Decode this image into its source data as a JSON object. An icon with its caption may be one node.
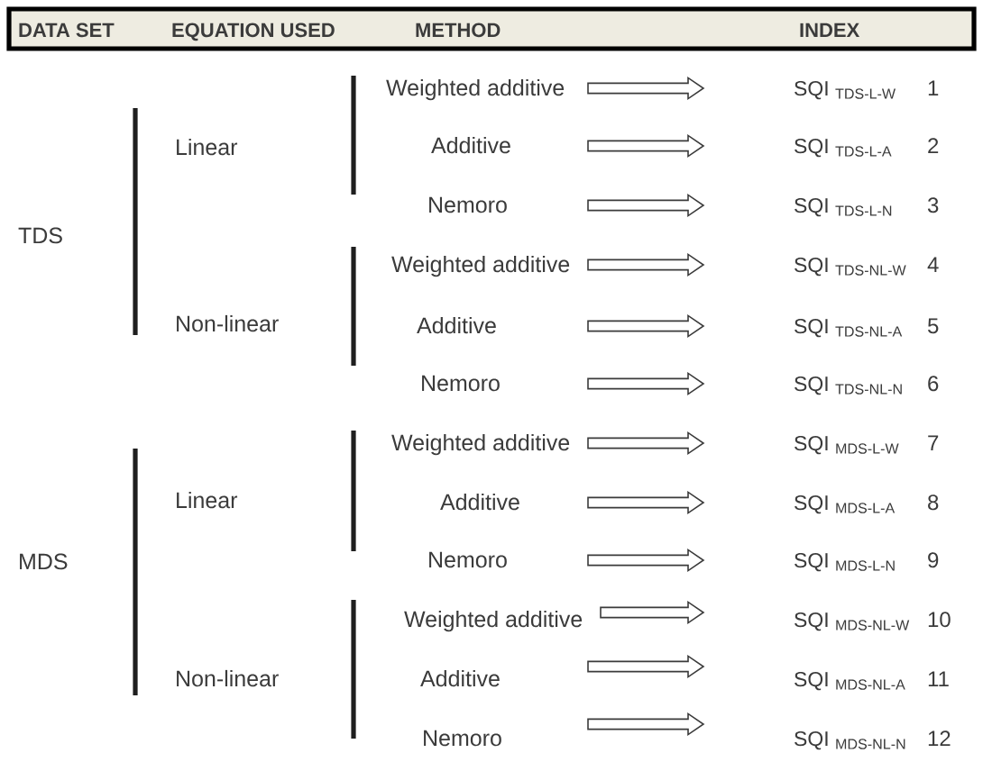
{
  "diagram": {
    "nodes": [
      {
        "text": [
          "DATA SET",
          "EQUATION USED",
          "METHOD",
          "INDEX"
        ]
      },
      {
        "text": [
          "Weighted additive"
        ]
      },
      {
        "text": [
          "SQI $_{TDS-L-W}$"
        ],
        "beside": [
          "1"
        ]
      },
      {
        "text": [
          "Additive"
        ]
      },
      {
        "text": [
          "SQI $_{TDS-L-A}$"
        ],
        "beside": [
          "2"
        ]
      },
      {
        "text": [
          "Nemoro"
        ]
      },
      {
        "text": [
          "SQI $_{TDS-L-N}$"
        ],
        "beside": [
          "3"
        ]
      },
      {
        "text": [
          "Weighted additive"
        ]
      },
      {
        "text": [
          "SQI $_{TDS-NL-W}$"
        ],
        "beside": [
          "4"
        ]
      },
      {
        "text": [
          "Additive"
        ]
      },
      {
        "text": [
          "SQI $_{TDS-NL-A}$"
        ],
        "beside": [
          "5"
        ]
      },
      {
        "text": [
          "Nemoro"
        ]
      },
      {
        "text": [
          "SQI $_{TDS-NL-N}$"
        ],
        "beside": [
          "6"
        ]
      },
      {
        "text": [
          "Weighted additive"
        ]
      },
      {
        "text": [
          "SQI $_{MDS-L-W}$"
        ],
        "beside": [
          "7"
        ]
      },
      {
        "text": [
          "Additive"
        ]
      },
      {
        "text": [
          "SQI $_{MDS-L-A}$"
        ],
        "beside": [
          "8"
        ]
      },
      {
        "text": [
          "Nemoro"
        ]
      },
      {
        "text": [
          "SQI $_{MDS-L-N}$"
        ],
        "beside": [
          "9"
        ]
      },
      {
        "text": [
          "Weighted additive"
        ]
      },
      {
        "text": [
          "SQI $_{MDS-NL-W}$"
        ],
        "beside": [
          "10"
        ]
      },
      {
        "text": [
          "Additive"
        ]
      },
      {
        "text": [
          "SQI $_{MDS-NL-A}$"
        ],
        "beside": [
          "11"
        ]
      },
      {
        "text": [
          "Nemoro"
        ]
      },
      {
        "text": [
          "SQI $_{MDS-NL-N}$"
        ],
        "beside": [
          "12"
        ]
      }
    ],
    "edges": [
      {
        "from": 1,
        "to": 2,
        "arrow": "to"
      },
      {
        "from": 3,
        "to": 4,
        "arrow": "to"
      },
      {
        "from": 5,
        "to": 6,
        "arrow": "to"
      },
      {
        "from": 7,
        "to": 8,
        "arrow": "to"
      },
      {
        "from": 9,
        "to": 10,
        "arrow": "to"
      },
      {
        "from": 11,
        "to": 12,
        "arrow": "to"
      },
      {
        "from": 13,
        "to": 14,
        "arrow": "to"
      },
      {
        "from": 15,
        "to": 16,
        "arrow": "to"
      },
      {
        "from": 17,
        "to": 18,
        "arrow": "to"
      },
      {
        "from": 19,
        "to": 20,
        "arrow": "to"
      },
      {
        "from": 21,
        "to": 22,
        "arrow": "to"
      },
      {
        "from": 23,
        "to": 24,
        "arrow": "to"
      }
    ],
    "labels": [
      "Linear",
      "TDS",
      "Non-linear",
      "Linear",
      "MDS",
      "Non-linear"
    ]
  }
}
